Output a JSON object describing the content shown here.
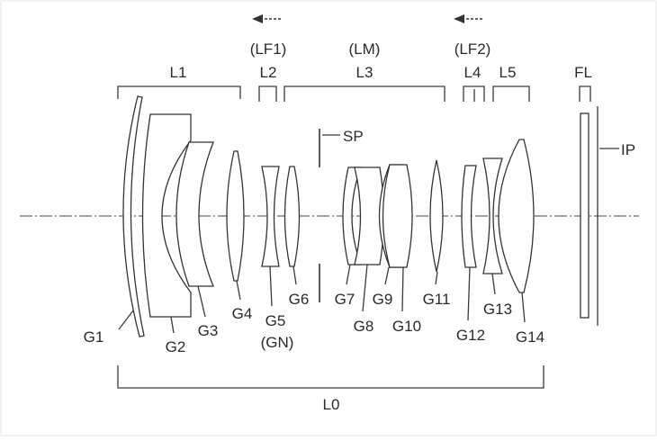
{
  "groups": {
    "L1": "L1",
    "L2": "L2",
    "L3": "L3",
    "L4": "L4",
    "L5": "L5",
    "LF1": "(LF1)",
    "LM": "(LM)",
    "LF2": "(LF2)",
    "L0": "L0",
    "FL": "FL",
    "IP": "IP",
    "SP": "SP"
  },
  "elements": {
    "G1": "G1",
    "G2": "G2",
    "G3": "G3",
    "G4": "G4",
    "G5": "G5",
    "GN": "(GN)",
    "G6": "G6",
    "G7": "G7",
    "G8": "G8",
    "G9": "G9",
    "G10": "G10",
    "G11": "G11",
    "G12": "G12",
    "G13": "G13",
    "G14": "G14"
  }
}
